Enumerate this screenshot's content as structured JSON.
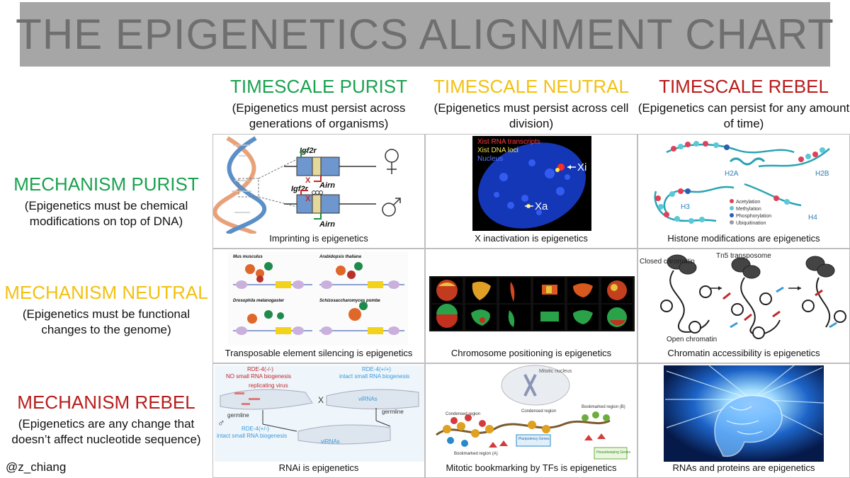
{
  "title": "THE EPIGENETICS ALIGNMENT CHART",
  "columns": [
    {
      "heading": "TIMESCALE PURIST",
      "subtitle": "(Epigenetics must persist across generations of organisms)",
      "color": "#1aa24f"
    },
    {
      "heading": "TIMESCALE NEUTRAL",
      "subtitle": "(Epigenetics must persist across cell division)",
      "color": "#f2c112"
    },
    {
      "heading": "TIMESCALE REBEL",
      "subtitle": "(Epigenetics can persist for any amount of time)",
      "color": "#b81c1c"
    }
  ],
  "rows": [
    {
      "heading": "MECHANISM PURIST",
      "subtitle": "(Epigenetics must be chemical modifications on top of DNA)",
      "color": "#1aa24f"
    },
    {
      "heading": "MECHANISM NEUTRAL",
      "subtitle": "(Epigenetics must be functional changes to the genome)",
      "color": "#f2c112"
    },
    {
      "heading": "MECHANISM REBEL",
      "subtitle": "(Epigenetics are any change that doesn’t affect nucleotide sequence)",
      "color": "#b81c1c"
    }
  ],
  "cells": [
    {
      "caption": "Imprinting is epigenetics",
      "labels": {
        "gene1": "Igf2r",
        "gene2": "Airn",
        "gene3": "Igf2r",
        "gene4": "Airn",
        "x1": "X",
        "x2": "X"
      }
    },
    {
      "caption": "X inactivation is epigenetics",
      "labels": {
        "legend1": "Xist RNA transcripts",
        "legend2": "Xist DNA loci",
        "legend3": "Nucleus",
        "xi": "Xi",
        "xa": "Xa"
      }
    },
    {
      "caption": "Histone modifications are epigenetics",
      "labels": {
        "h2a": "H2A",
        "h2b": "H2B",
        "h3": "H3",
        "h4": "H4",
        "l1": "Acetylation",
        "l2": "Methylation",
        "l3": "Phosphorylation",
        "l4": "Ubiquitination"
      }
    },
    {
      "caption": "Transposable element silencing is epigenetics",
      "labels": {
        "sp1": "Mus musculus",
        "sp2": "Arabidopsis thaliana",
        "sp3": "Drosophila melanogaster",
        "sp4": "Schizosaccharomyces pombe"
      }
    },
    {
      "caption": "Chromosome positioning is epigenetics",
      "labels": {}
    },
    {
      "caption": "Chromatin accessibility is epigenetics",
      "labels": {
        "closed": "Closed chromatin",
        "open": "Open chromatin",
        "tn5": "Tn5 transposome"
      }
    },
    {
      "caption": "RNAi is epigenetics",
      "labels": {
        "rde1": "RDE-4(-/-)",
        "rde1b": "NO small RNA biogenesis",
        "virus": "replicating virus",
        "rde2": "RDE-4(+/+)",
        "rde2b": "intact small RNA biogenesis",
        "germ1": "germline",
        "germ2": "germline",
        "vir": "viRNAs",
        "rde3": "RDE-4(+/-)",
        "rde3b": "intact small RNA biogenesis",
        "vir2": "viRNAs",
        "x": "X"
      }
    },
    {
      "caption": "Mitotic bookmarking by TFs is epigenetics",
      "labels": {
        "nucleus": "Mitotic nucleus",
        "cond1": "Condensed region",
        "cond2": "Condensed region",
        "book1": "Bookmarked region (B)",
        "book2": "Bookmarked region (A)",
        "plur": "Pluripotency Genes",
        "house": "Housekeeping Genes"
      }
    },
    {
      "caption": "RNAs and proteins are epigenetics",
      "labels": {}
    }
  ],
  "handle": "@z_chiang"
}
